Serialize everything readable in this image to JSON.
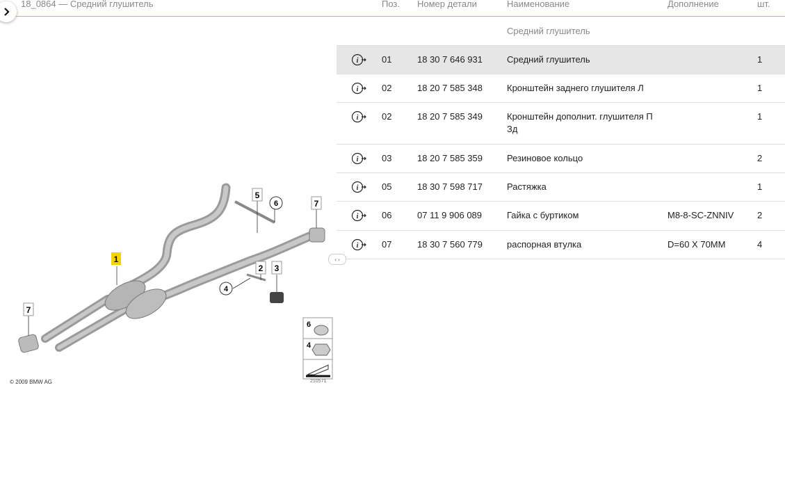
{
  "header": {
    "title": "18_0864 — Средний глушитель"
  },
  "columns": {
    "pos": "Поз.",
    "part_no": "Номер детали",
    "name": "Наименование",
    "extra": "Дополнение",
    "qty": "шт."
  },
  "section": "Средний глушитель",
  "rows": [
    {
      "pos": "01",
      "part_no": "18 30 7 646 931",
      "name": "Средний глушитель",
      "extra": "",
      "qty": "1"
    },
    {
      "pos": "02",
      "part_no": "18 20 7 585 348",
      "name": "Кронштейн заднего глушителя Л",
      "extra": "",
      "qty": "1"
    },
    {
      "pos": "02",
      "part_no": "18 20 7 585 349",
      "name": "Кронштейн дополнит. глушителя П",
      "name2": "Зд",
      "extra": "",
      "qty": "1"
    },
    {
      "pos": "03",
      "part_no": "18 20 7 585 359",
      "name": "Резиновое кольцо",
      "extra": "",
      "qty": "2"
    },
    {
      "pos": "05",
      "part_no": "18 30 7 598 717",
      "name": "Растяжка",
      "extra": "",
      "qty": "1"
    },
    {
      "pos": "06",
      "part_no": "07 11 9 906 089",
      "name": "Гайка с буртиком",
      "extra": "M8-8-SC-ZNNIV",
      "qty": "2"
    },
    {
      "pos": "07",
      "part_no": "18 30 7 560 779",
      "name": "распорная втулка",
      "extra": "D=60 X 70MM",
      "qty": "4"
    }
  ],
  "diagram": {
    "copyright": "© 2009 BMW AG",
    "image_number": "210571",
    "callouts": [
      "1",
      "2",
      "3",
      "4",
      "5",
      "6",
      "7",
      "7"
    ],
    "legend": [
      "6",
      "4"
    ],
    "pager": "‹ ›"
  },
  "colors": {
    "highlight": "#e6e6e6",
    "accent_line": "#c8c800",
    "callout_active": "#f5d300"
  }
}
